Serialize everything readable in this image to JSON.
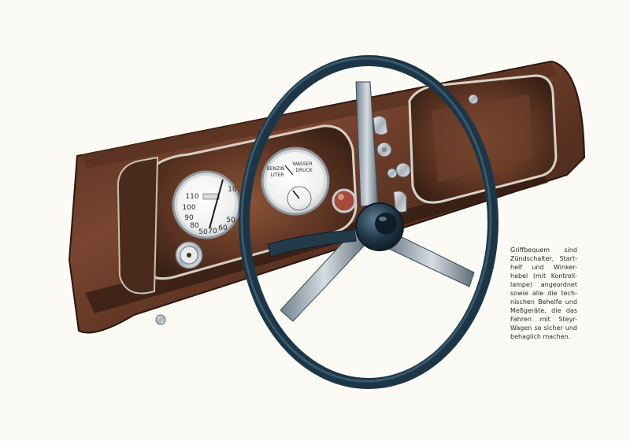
{
  "speedometer": {
    "ticks": [
      "110",
      "100",
      "90",
      "80",
      "50",
      "70",
      "60",
      "50",
      "10"
    ]
  },
  "fuel_gauge": {
    "labels": [
      "BENZIN",
      "LITER",
      "WASSER",
      "DRUCK"
    ]
  },
  "caption": {
    "lines": [
      "Griffbequem sind",
      "Zündschalter, Start-",
      "helf und Winker-",
      "hebel (mit Kontroll-",
      "lampe) angeordnet",
      "sowie alle die tech-",
      "nischen Behelfe und",
      "Meßgeräte, die das",
      "Fahren mit Steyr-",
      "Wagen so sicher und",
      "behaglich machen."
    ]
  },
  "colors": {
    "wood_dark": "#3e2418",
    "wood_mid": "#6b3b28",
    "wood_light": "#8a5236",
    "wheel": "#1d3647",
    "chrome": "#c7ccd2",
    "paper": "#fbfaf5"
  }
}
